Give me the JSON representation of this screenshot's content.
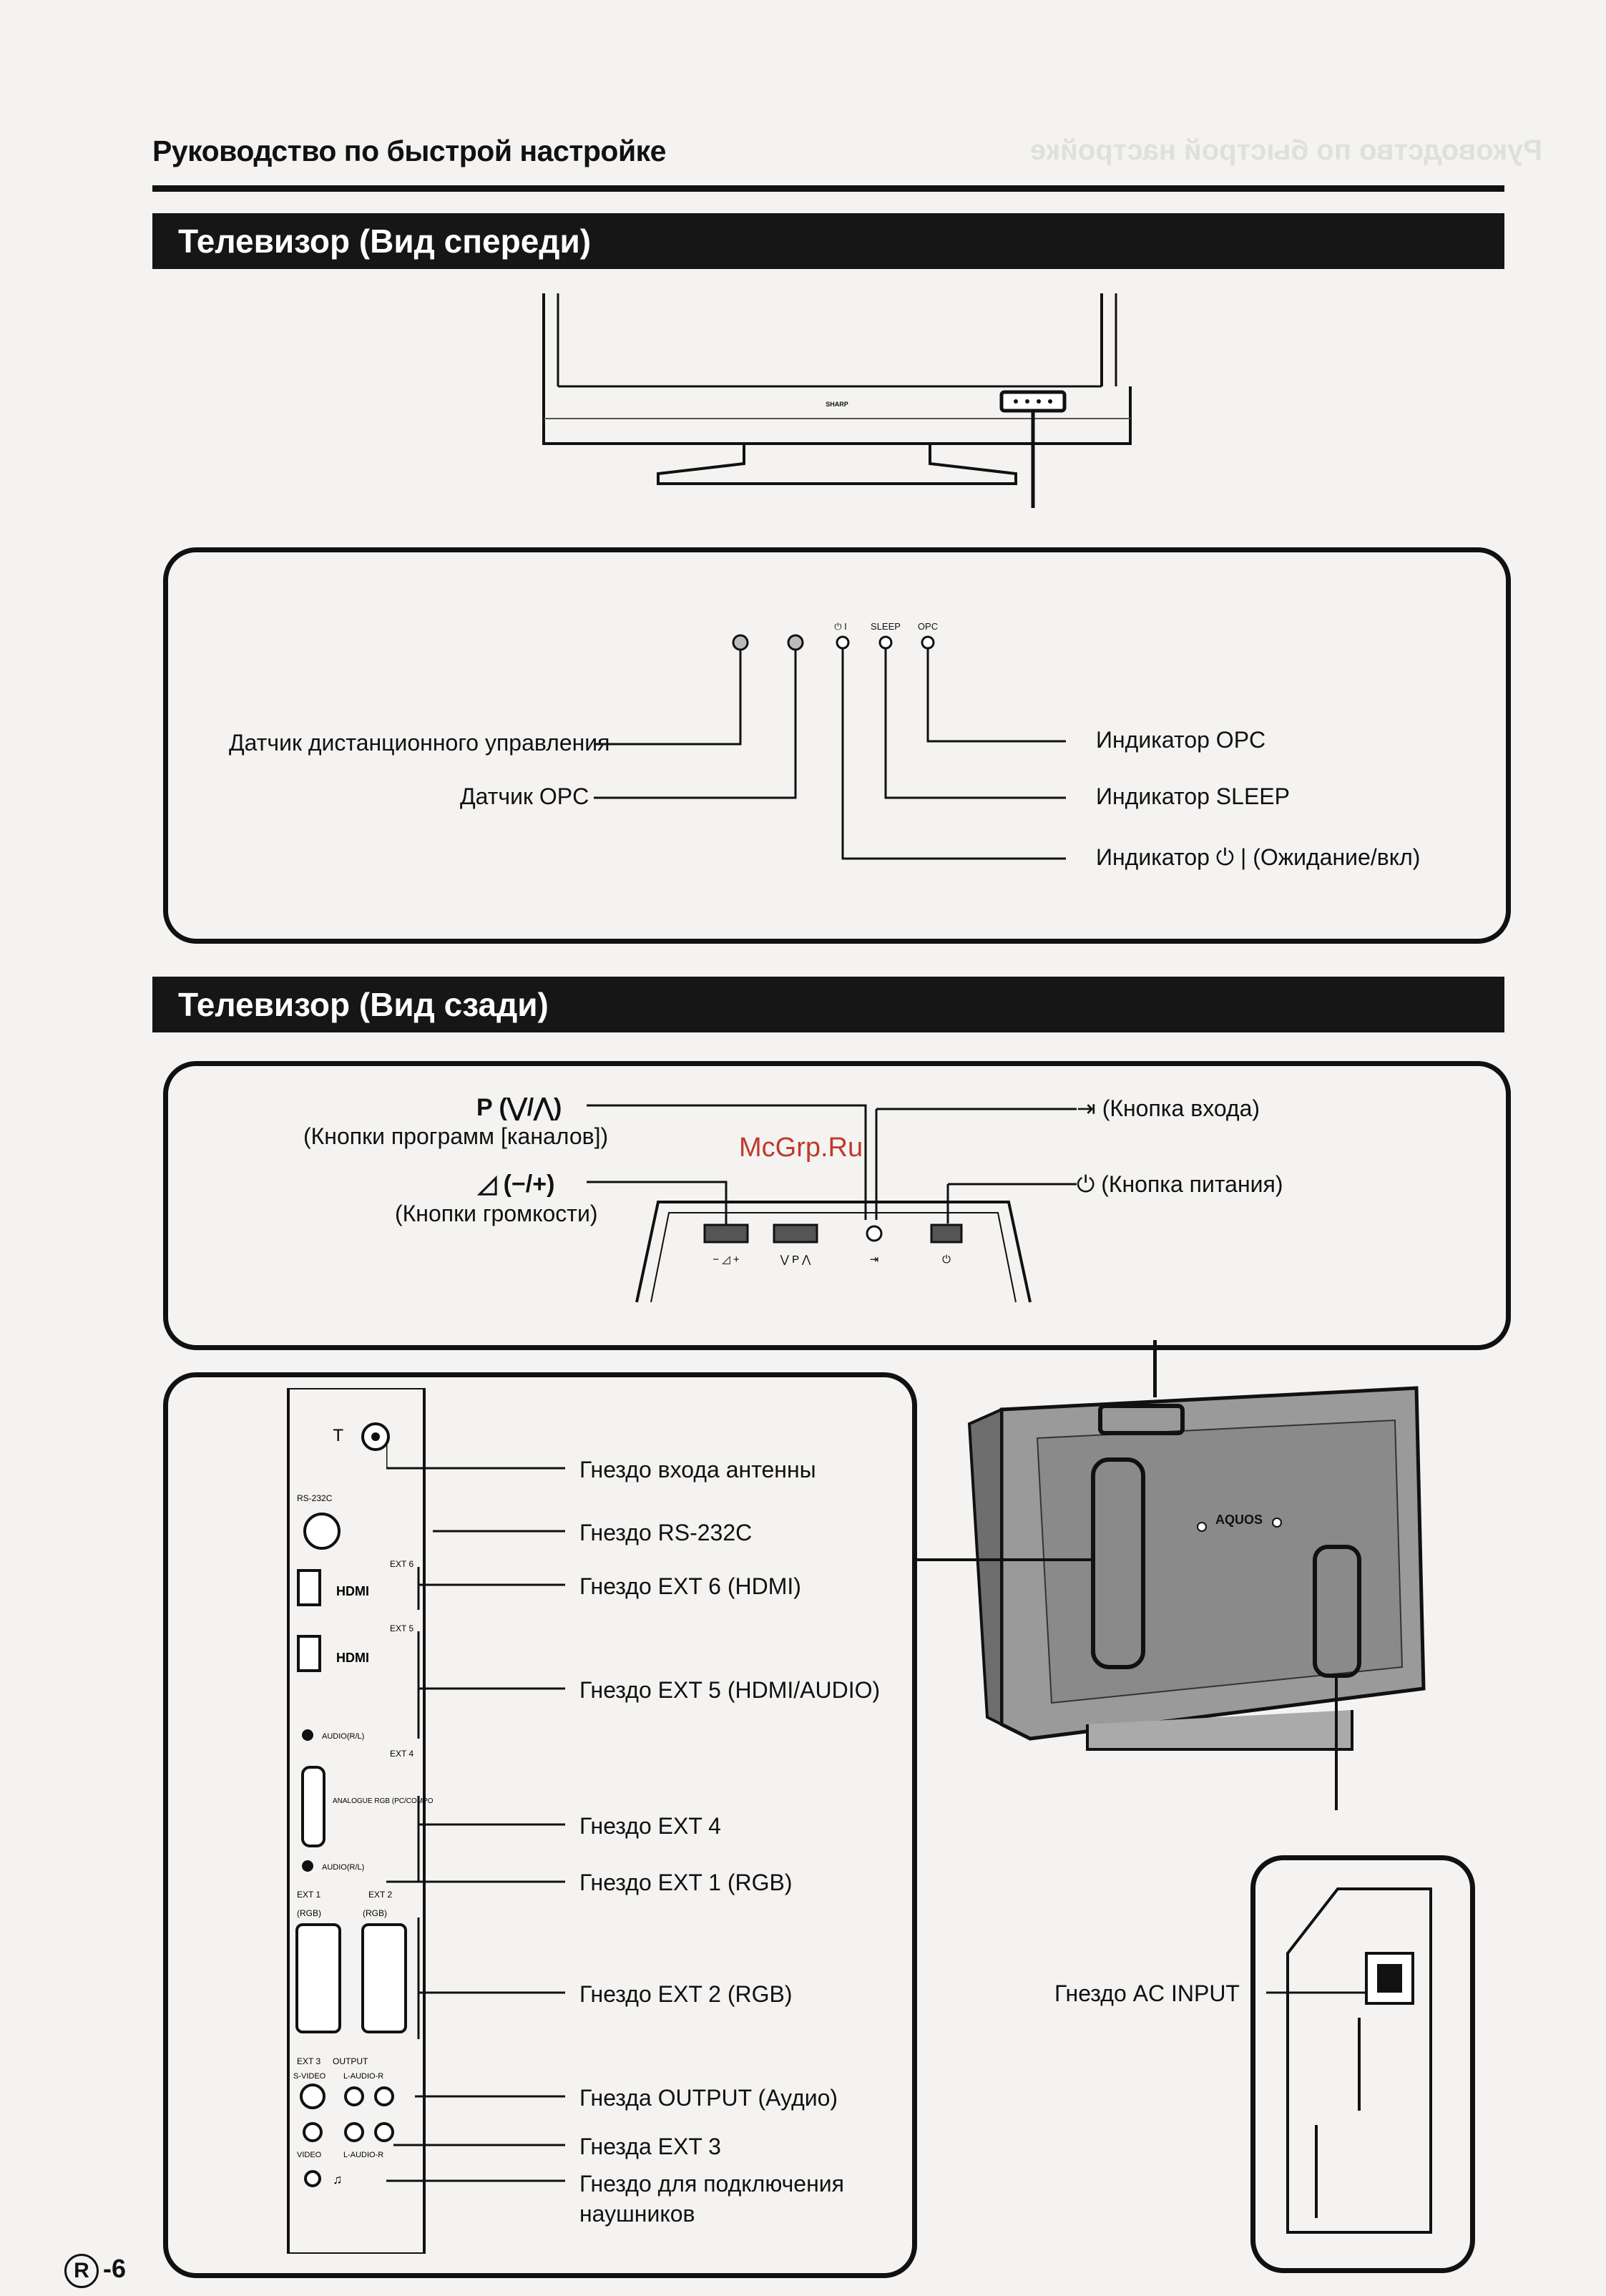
{
  "header": {
    "title": "Руководство по быстрой настройке"
  },
  "sections": {
    "front": {
      "title": "Телевизор (Вид спереди)"
    },
    "rear": {
      "title": "Телевизор (Вид сзади)"
    }
  },
  "front_labels": {
    "remote_sensor": "Датчик дистанционного управления",
    "opc_sensor": "Датчик OPC",
    "opc_indicator": "Индикатор OPC",
    "sleep_indicator": "Индикатор SLEEP",
    "power_indicator": "Индикатор ⏻ | (Ожидание/вкл)",
    "panel_opc": "OPC",
    "panel_sleep": "SLEEP",
    "panel_power": "⏻ I",
    "brand": "SHARP"
  },
  "rear_top_labels": {
    "channel_buttons_symbol": "P (⋁/⋀)",
    "channel_buttons": "(Кнопки программ [каналов])",
    "volume_buttons_symbol": "◿ (−/+)",
    "volume_buttons": "(Кнопки громкости)",
    "input_button": "⇥ (Кнопка входа)",
    "power_button": "⏻ (Кнопка питания)",
    "watermark": "McGrp.Ru"
  },
  "rear_labels": {
    "antenna": "Гнездо входа антенны",
    "rs232c": "Гнездо RS-232C",
    "ext6": "Гнездо EXT 6 (HDMI)",
    "ext5": "Гнездо EXT 5 (HDMI/AUDIO)",
    "ext4": "Гнездо EXT 4",
    "ext1": "Гнездо EXT 1 (RGB)",
    "ext2": "Гнездо EXT 2 (RGB)",
    "output": "Гнезда OUTPUT (Аудио)",
    "ext3": "Гнезда EXT 3",
    "headphones_1": "Гнездо для подключения",
    "headphones_2": "наушников",
    "ac_input": "Гнездо AC INPUT"
  },
  "panel_markings": {
    "rs232c": "RS-232C",
    "ext6": "EXT 6",
    "ext5": "EXT 5",
    "ext4": "EXT 4",
    "ext1": "EXT 1",
    "ext2": "EXT 2",
    "ext3": "EXT 3",
    "output": "OUTPUT",
    "hdmi": "HDMI",
    "audio": "AUDIO(R/L)",
    "analogue": "ANALOGUE RGB (PC/COMPONENT)",
    "rgb": "(RGB)",
    "svideo": "S-VIDEO",
    "video": "VIDEO",
    "laudior": "L-AUDIO-R",
    "aquos": "AQUOS"
  },
  "footer": {
    "region_mark": "R",
    "page": "-6"
  }
}
